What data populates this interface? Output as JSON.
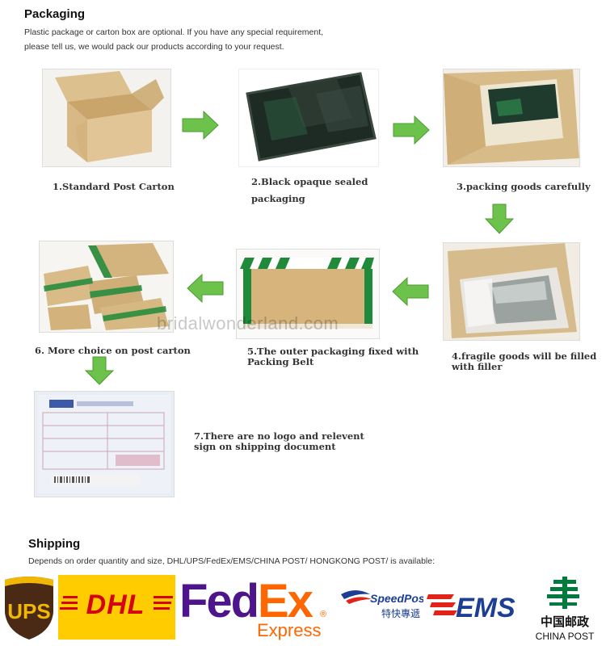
{
  "packaging": {
    "title": "Packaging",
    "intro_line1": "Plastic package or carton box are optional. If you have any special requirement,",
    "intro_line2": "please tell us, we would pack our products according to your request."
  },
  "steps": [
    {
      "caption": "1.Standard Post Carton"
    },
    {
      "caption_line1": "2.Black opaque sealed",
      "caption_line2": "packaging"
    },
    {
      "caption": "3.packing goods carefully"
    },
    {
      "caption_line1": "4.fragile goods will be filled",
      "caption_line2": "with filler"
    },
    {
      "caption_line1": "5.The outer packaging fixed with",
      "caption_line2": "Packing Belt"
    },
    {
      "caption": "6. More choice on post carton"
    },
    {
      "caption_line1": "7.There are no logo and relevent",
      "caption_line2": "sign on shipping document"
    }
  ],
  "watermark": "bridalwonderland.com",
  "shipping": {
    "title": "Shipping",
    "description": "Depends on order quantity and size, DHL/UPS/FedEx/EMS/CHINA POST/ HONGKONG POST/ is available:"
  },
  "carriers": {
    "ups": "UPS",
    "dhl": "DHL",
    "fedex_fed": "Fed",
    "fedex_ex": "Ex",
    "fedex_express": "Express",
    "fedex_reg": "®",
    "speedpost": "SpeedPost",
    "speedpost_cn": "特快專遞",
    "ems": "EMS",
    "chinapost_cn": "中国邮政",
    "chinapost_en": "CHINA POST"
  },
  "colors": {
    "arrow_green": "#6cc24a",
    "carton": "#d9bf8c",
    "tape_green": "#1f8a3a",
    "fedex_purple": "#4d148c",
    "fedex_orange": "#ff6600",
    "dhl_yellow": "#ffcc00",
    "dhl_red": "#d40511",
    "ups_brown": "#4a2a14",
    "ups_gold": "#f2b705",
    "ems_blue": "#1c3f94",
    "ems_red": "#e2231a",
    "chinapost_green": "#007a3d"
  }
}
